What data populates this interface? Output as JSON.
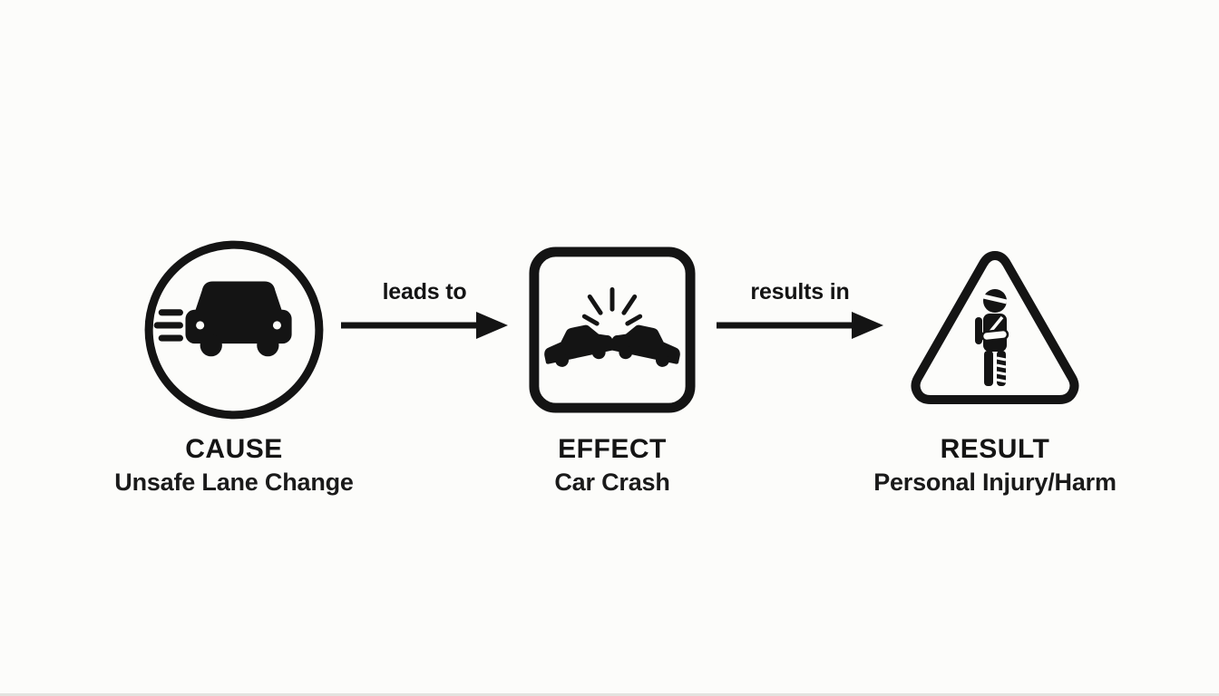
{
  "diagram": {
    "background": "#fcfcfa",
    "ink": "#141414",
    "nodes": [
      {
        "role": "cause",
        "title": "CAUSE",
        "subtitle": "Unsafe Lane Change",
        "icon": "speeding-car-in-circle"
      },
      {
        "role": "effect",
        "title": "EFFECT",
        "subtitle": "Car Crash",
        "icon": "car-collision-in-rounded-square"
      },
      {
        "role": "result",
        "title": "RESULT",
        "subtitle": "Personal Injury/Harm",
        "icon": "injured-person-in-warning-triangle"
      }
    ],
    "connectors": [
      {
        "from": "cause",
        "to": "effect",
        "label": "leads to"
      },
      {
        "from": "effect",
        "to": "result",
        "label": "results in"
      }
    ]
  }
}
